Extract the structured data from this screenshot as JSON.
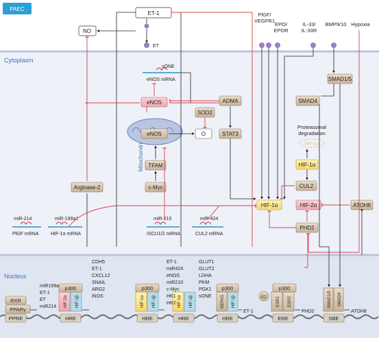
{
  "header": {
    "cell_type": "PAEC"
  },
  "zones": {
    "cytoplasm": "Cytoplasm",
    "mitochondrion": "Mitochondrion",
    "nucleus": "Nucleus"
  },
  "ligands": {
    "et1": "ET-1",
    "no": "NO",
    "eta": "ET",
    "plgf_vegfr1": [
      "PlGF/",
      "VEGFR1"
    ],
    "epo_epor": [
      "EPO/",
      "EPOR"
    ],
    "il33": [
      "IL-33/",
      "IL-33R"
    ],
    "bmp": "BMP9/10",
    "hypoxia": "Hypoxia"
  },
  "cyto": {
    "sone": "sONE",
    "enos_mrna": "eNOS mRNA",
    "enos": "eNOS",
    "enos2": "eNOS",
    "adma": "ADMA",
    "sod2": "SOD2",
    "o2": "O",
    "stat3": "STAT3",
    "tfam": "TFAM",
    "cmyc": "c-Myc",
    "arginase": "Arginase-2",
    "hif1a_main": "HIF-1α",
    "hif2a_main": "HIF-2α",
    "phd2": "PHD2",
    "cul2": "CUL2",
    "smad15": "SMAD1/5",
    "smad4": "SMAD4",
    "atoh8": "ATOH8",
    "prot_deg": [
      "Proteasomal",
      "degradation"
    ],
    "hif1a_deg": "HIF-1α",
    "hif1a_box": "HIF-1α"
  },
  "mirna": {
    "m214": "miR-214",
    "m199": "miR-199a2",
    "m210": "miR-210",
    "m424": "miR-424",
    "plgf_mrna": "PlGF mRNA",
    "hif_mrna": "HIF-1α mRNA",
    "iscu_mrna": "ISCU1/2 mRNA",
    "cul2_mrna": "CUL2 mRNA"
  },
  "nucleus": {
    "rxr": "RXR",
    "ppar": "PPARγ",
    "ppre": "PPRE",
    "ppar_targets": [
      "miR199a2",
      "ET-1",
      "ET",
      "miR214"
    ],
    "hre": "HRE",
    "p300": "p300",
    "hif2a": "HIF-2α",
    "hif1b": "HIF-1β",
    "hif1a": "HIF-1α",
    "nepas": "NEPAS",
    "hre1_targets": [
      "CDH5",
      "ET-1",
      "CXCL12",
      "SNAIL",
      "ARG2",
      "iNOS"
    ],
    "hre3_targets_a": [
      "ET-1",
      "miR424",
      "eNOS",
      "miR210",
      "c-Myc",
      "HK1",
      "HK2"
    ],
    "hre3_targets_b": [
      "GLUT1",
      "GLUT2",
      "LDHA",
      "PKM",
      "PGK1",
      "sONE"
    ],
    "et1": "ET-1",
    "e2": "E2",
    "esr1": "ESR1",
    "esr2": "ESR2",
    "ere": "ERE",
    "phd2": "PHD2",
    "smad15": "SMAD1/5",
    "smad4": "SMAD4",
    "sbe": "SBE",
    "atoh8": "ATOH8"
  }
}
